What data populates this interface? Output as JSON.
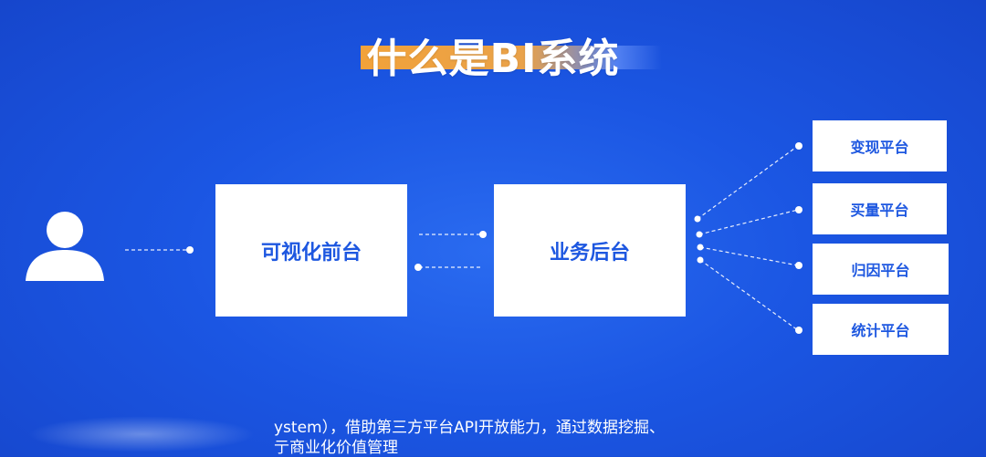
{
  "title": "什么是BI系统",
  "front_box": "可视化前台",
  "back_box": "业务后台",
  "platforms": [
    "变现平台",
    "买量平台",
    "归因平台",
    "统计平台"
  ],
  "footer": {
    "line1": "ystem），借助第三方平台API开放能力，通过数据挖掘、",
    "line2": "亍商业化价值管理"
  },
  "colors": {
    "background": "#1b56e3",
    "box_text": "#1d57e0",
    "title_highlight": "#f2a23a"
  }
}
